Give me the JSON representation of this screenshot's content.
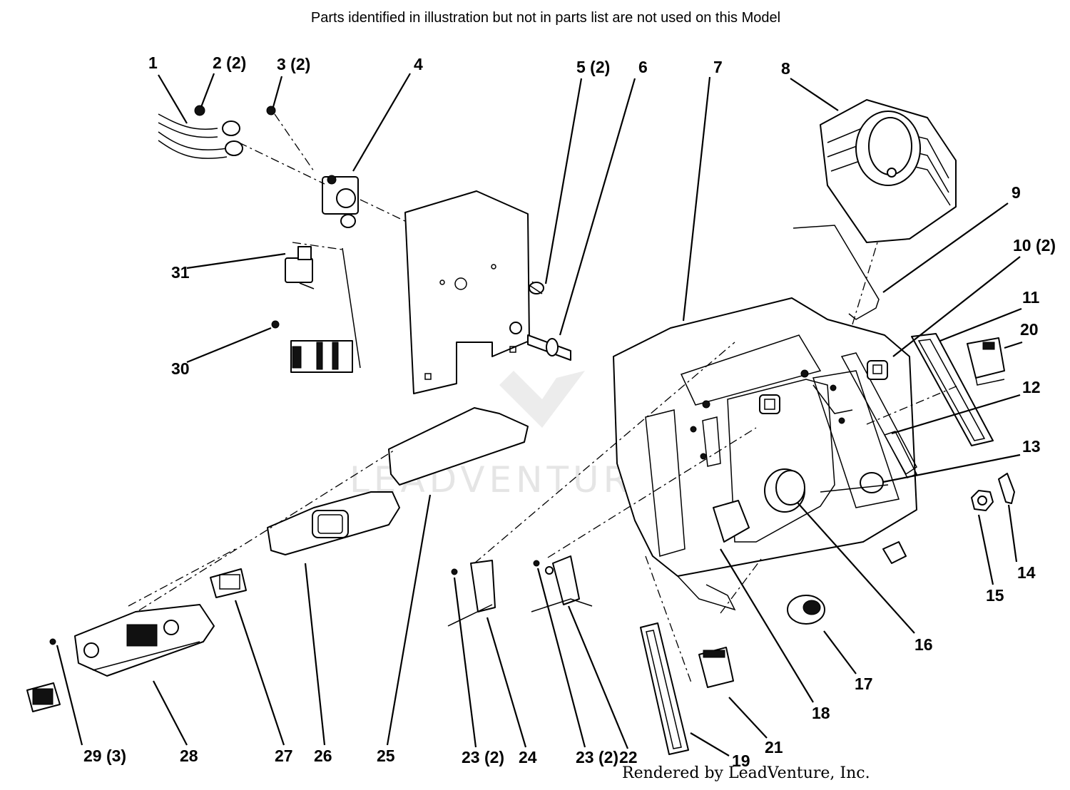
{
  "header": {
    "note": "Parts identified in illustration but not in parts list are not used on this Model"
  },
  "footer": {
    "credit": "Rendered by LeadVenture, Inc."
  },
  "watermark": {
    "text": "LEADVENTURE"
  },
  "callouts": [
    "1",
    "2 (2)",
    "3 (2)",
    "4",
    "5 (2)",
    "6",
    "7",
    "8",
    "9",
    "10 (2)",
    "11",
    "20",
    "12",
    "13",
    "31",
    "30",
    "15",
    "14",
    "16",
    "17",
    "18",
    "21",
    "19",
    "29 (3)",
    "28",
    "27",
    "26",
    "25",
    "23 (2)",
    "24",
    "23 (2)",
    "22"
  ]
}
